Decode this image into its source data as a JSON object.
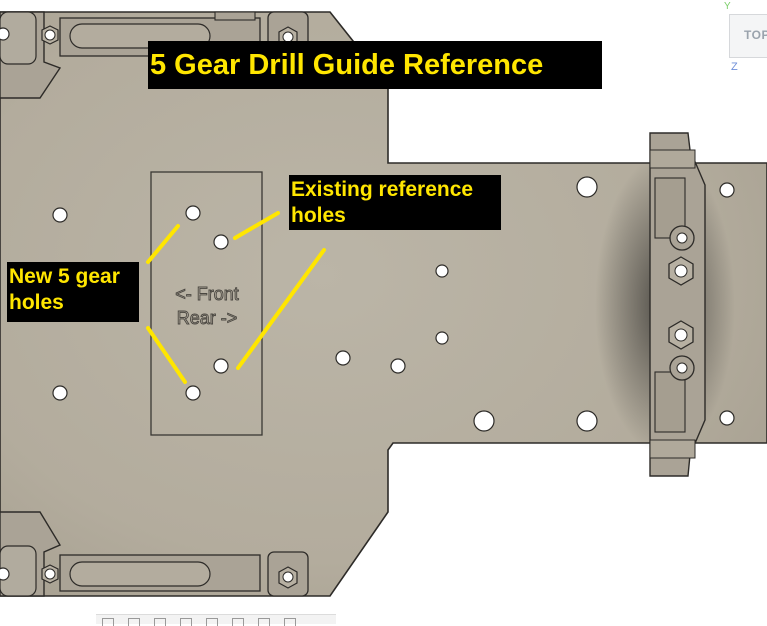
{
  "title": "5 Gear Drill Guide Reference",
  "labels": {
    "existing": "Existing reference\nholes",
    "new": "New 5 gear\nholes"
  },
  "guide": {
    "front_text": "<- Front",
    "rear_text": "Rear ->"
  },
  "view_cube": {
    "face": "TOP",
    "axis_y": "Y",
    "axis_z": "Z"
  },
  "colors": {
    "plate": "#b6afa1",
    "plate_edge": "#2d2b28",
    "label_bg": "#000000",
    "label_text": "#ffe600"
  },
  "toolbar": {
    "icons": [
      "orbit-icon",
      "pan-icon",
      "look-icon",
      "zoom-icon",
      "fit-icon",
      "display-icon",
      "grid-icon",
      "viewport-icon"
    ]
  }
}
